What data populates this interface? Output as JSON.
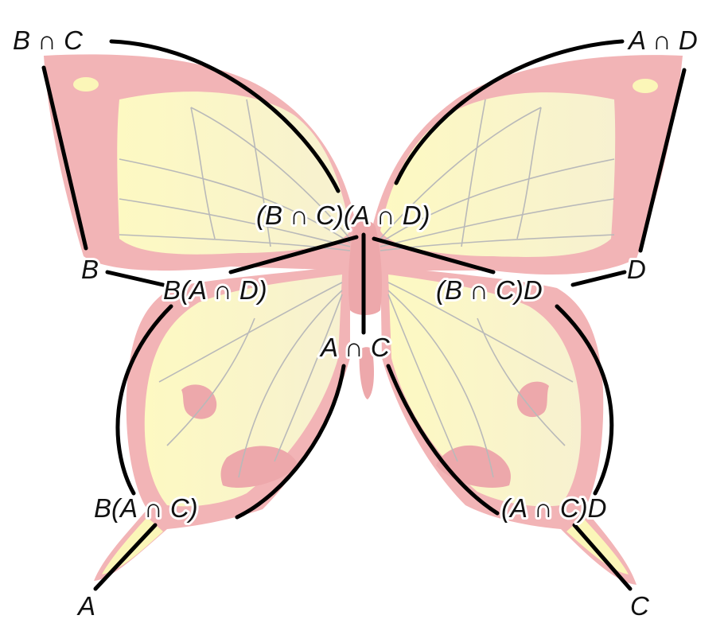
{
  "labels": {
    "top_left": "B ∩ C",
    "top_right": "A ∩ D",
    "center_top": "(B ∩ C)(A ∩ D)",
    "mid_left": "B",
    "mid_right": "D",
    "inner_left": "B(A ∩ D)",
    "inner_right": "(B ∩ C)D",
    "center": "A ∩ C",
    "lower_left": "B(A ∩ C)",
    "lower_right": "(A ∩ C)D",
    "bottom_left": "A",
    "bottom_right": "C"
  },
  "colors": {
    "wing_pink": "#f2b4b6",
    "wing_yellow": "#fbf6b8",
    "body_pink": "#eda8ab",
    "edge_black": "#000000",
    "vein_gray": "#b9b9b9"
  }
}
